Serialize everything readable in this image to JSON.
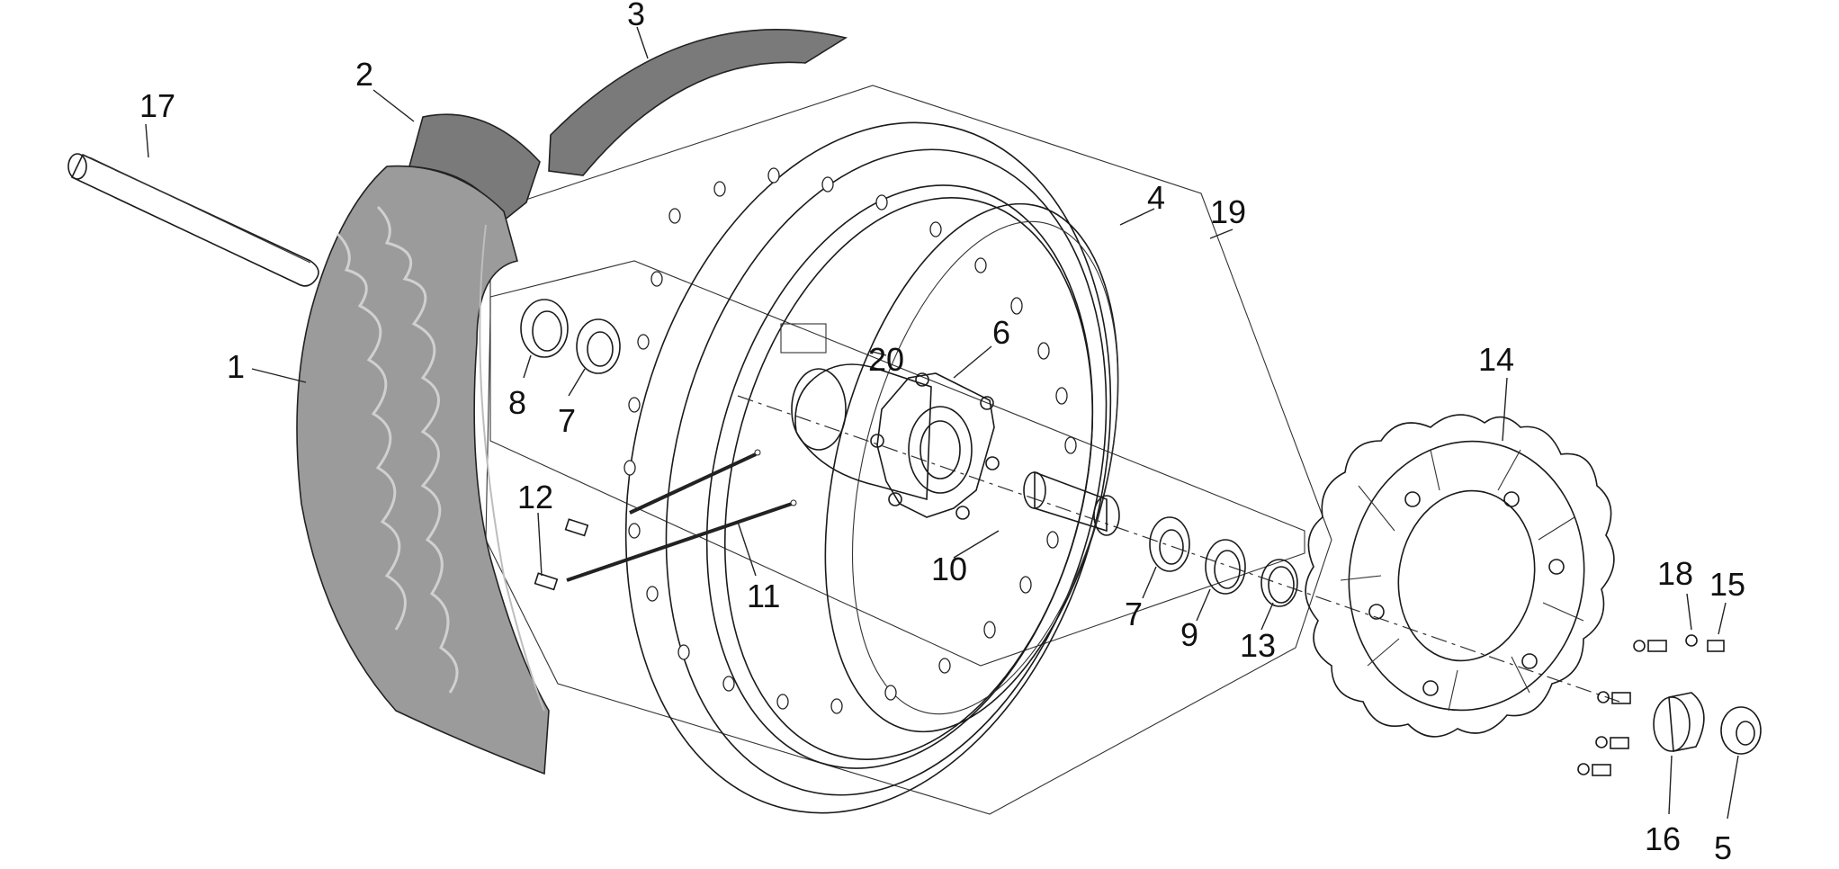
{
  "colors": {
    "tire_fill": "#9b9b9b",
    "tire_tread": "#c8c8c8",
    "rim_tape": "#7a7a7a",
    "line": "#1a1a1a",
    "white": "#ffffff"
  },
  "callouts": {
    "c1": "1",
    "c2": "2",
    "c3": "3",
    "c4": "4",
    "c5": "5",
    "c6": "6",
    "c7a": "7",
    "c7b": "7",
    "c8": "8",
    "c9": "9",
    "c10": "10",
    "c11": "11",
    "c12": "12",
    "c13": "13",
    "c14": "14",
    "c15": "15",
    "c16": "16",
    "c17": "17",
    "c18": "18",
    "c19": "19",
    "c20": "20"
  }
}
